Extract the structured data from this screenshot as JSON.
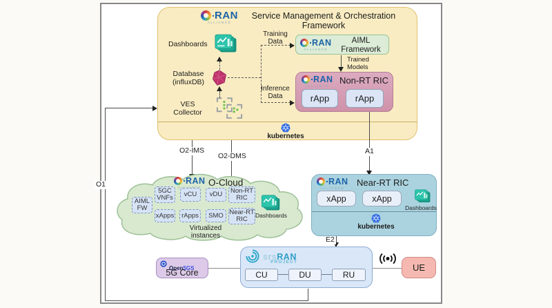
{
  "diagram": {
    "oran_logo": {
      "ran": "RAN",
      "alliance": "ALLIANCE"
    },
    "smo": {
      "title": "Service Management & Orchestration Framework",
      "dashboards": "Dashboards",
      "database": "Database\n(influxDB)",
      "ves": "VES\nCollector",
      "training": "Training\nData",
      "inference": "Inference\nData",
      "trained": "Trained\nModels",
      "aiml_title": "AIML\nFramework",
      "nonrt_title": "Non-RT RIC",
      "rapps": [
        "rApp",
        "rApp"
      ],
      "kubernetes": "kubernetes"
    },
    "interfaces": {
      "o1": "O1",
      "o2ims": "O2-IMS",
      "o2dms": "O2-DMS",
      "a1": "A1",
      "e2": "E2"
    },
    "ocloud": {
      "title": "O-Cloud",
      "aiml_fw": "AIML\nFW",
      "row1": [
        "5GC\nVNFs",
        "vCU",
        "vDU",
        "Non-RT\nRIC"
      ],
      "row2": [
        "xApps",
        "rApps",
        "SMO",
        "Near-RT\nRIC"
      ],
      "dashboards": "Dashboards",
      "caption": "Virtualized\ninstances"
    },
    "nearrt": {
      "title": "Near-RT RIC",
      "xapps": [
        "xApp",
        "xApp"
      ],
      "dashboards": "Dashboards",
      "kubernetes": "kubernetes"
    },
    "core": {
      "brand_open": "Open",
      "brand_5gs": "5GS",
      "label": "5G Core"
    },
    "ran": {
      "brand_srs": "srs",
      "brand_ran": "RAN",
      "brand_project": "PROJECT",
      "nodes": [
        "CU",
        "DU",
        "RU"
      ]
    },
    "ue": {
      "label": "UE"
    }
  },
  "colors": {
    "smo_bg": "#f9ecc2",
    "aiml_bg": "#dcecd6",
    "nonrt_bg": "#d5a0b4",
    "app_bg": "#dbe5f6",
    "nearrt_bg": "#abd3df",
    "cloud_bg": "#d9e9cf",
    "core_bg": "#dccae8",
    "ran_bg": "#d9e7f8",
    "ue_bg": "#f5b9b1",
    "dashboard_teal": "#2cc4ab",
    "influxdb_magenta": "#c0336d",
    "kubernetes_blue": "#326ce5",
    "oran_blue": "#1c63a8",
    "srsran_blue": "#2f9ec7"
  }
}
